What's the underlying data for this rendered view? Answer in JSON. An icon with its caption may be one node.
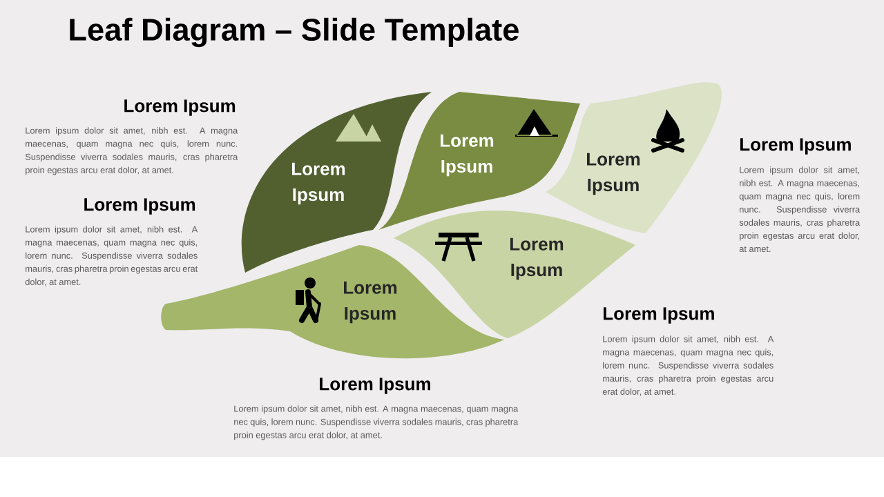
{
  "diagram": {
    "title": "Leaf Diagram – Slide Template",
    "nodes": [
      {
        "text": [
          "Lorem Ipsum"
        ]
      },
      {
        "text": [
          "Lorem Ipsum"
        ]
      },
      {
        "text": [
          "Lorem Ipsum"
        ]
      },
      {
        "text": [
          "Lorem Ipsum"
        ]
      },
      {
        "text": [
          "Lorem Ipsum"
        ]
      }
    ],
    "labels": [
      "Lorem Ipsum",
      "Lorem ipsum dolor sit amet, nibh est. A magna maecenas, quam magna nec quis, lorem nunc. Suspendisse viverra sodales mauris, cras pharetra proin egestas arcu erat dolor, at amet.",
      "Lorem Ipsum",
      "Lorem ipsum dolor sit amet, nibh est. A magna maecenas, quam magna nec quis, lorem nunc. Suspendisse viverra sodales mauris, cras pharetra proin egestas arcu erat dolor, at amet.",
      "Lorem Ipsum",
      "Lorem ipsum dolor sit amet, nibh est. A magna maecenas, quam magna nec quis, lorem nunc. Suspendisse viverra sodales mauris, cras pharetra proin egestas arcu erat dolor, at amet.",
      "Lorem Ipsum",
      "Lorem ipsum dolor sit amet, nibh est. A magna maecenas, quam magna nec quis, lorem nunc. Suspendisse viverra sodales mauris, cras pharetra proin egestas arcu erat dolor, at amet.",
      "Lorem Ipsum",
      "Lorem ipsum dolor sit amet, nibh est. A magna maecenas, quam magna nec quis, lorem nunc. Suspendisse viverra sodales mauris, cras pharetra proin egestas arcu erat dolor, at amet."
    ]
  }
}
